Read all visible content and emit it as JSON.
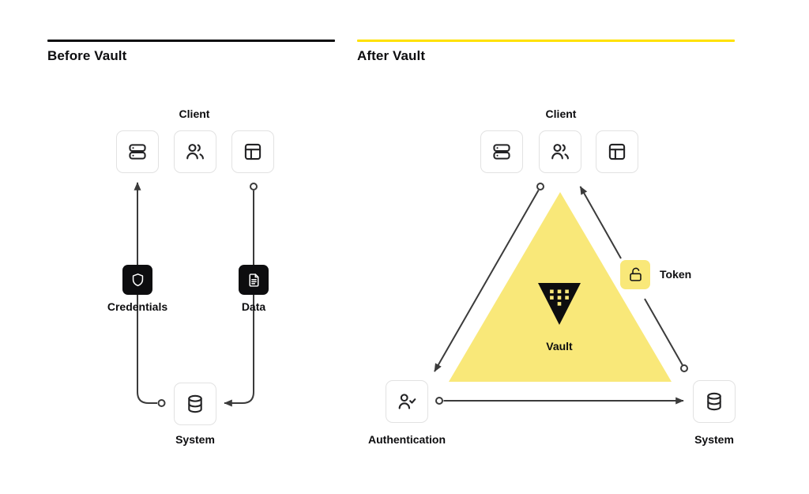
{
  "colors": {
    "accent_yellow": "#FFE100",
    "soft_yellow": "#F9E879",
    "ink": "#0D0D0F",
    "line": "#3B3B3B",
    "box_border": "#E2E2E2",
    "background": "#FFFFFF"
  },
  "before": {
    "title": "Before Vault",
    "client_label": "Client",
    "credentials_label": "Credentials",
    "data_label": "Data",
    "system_label": "System"
  },
  "after": {
    "title": "After Vault",
    "client_label": "Client",
    "vault_label": "Vault",
    "token_label": "Token",
    "authentication_label": "Authentication",
    "system_label": "System"
  },
  "icons": {
    "client": [
      "server-icon",
      "users-icon",
      "layout-icon"
    ],
    "credentials": "shield-icon",
    "data": "file-text-icon",
    "system": "database-icon",
    "authentication": "user-check-icon",
    "token": "unlock-icon",
    "vault": "vault-logo"
  }
}
